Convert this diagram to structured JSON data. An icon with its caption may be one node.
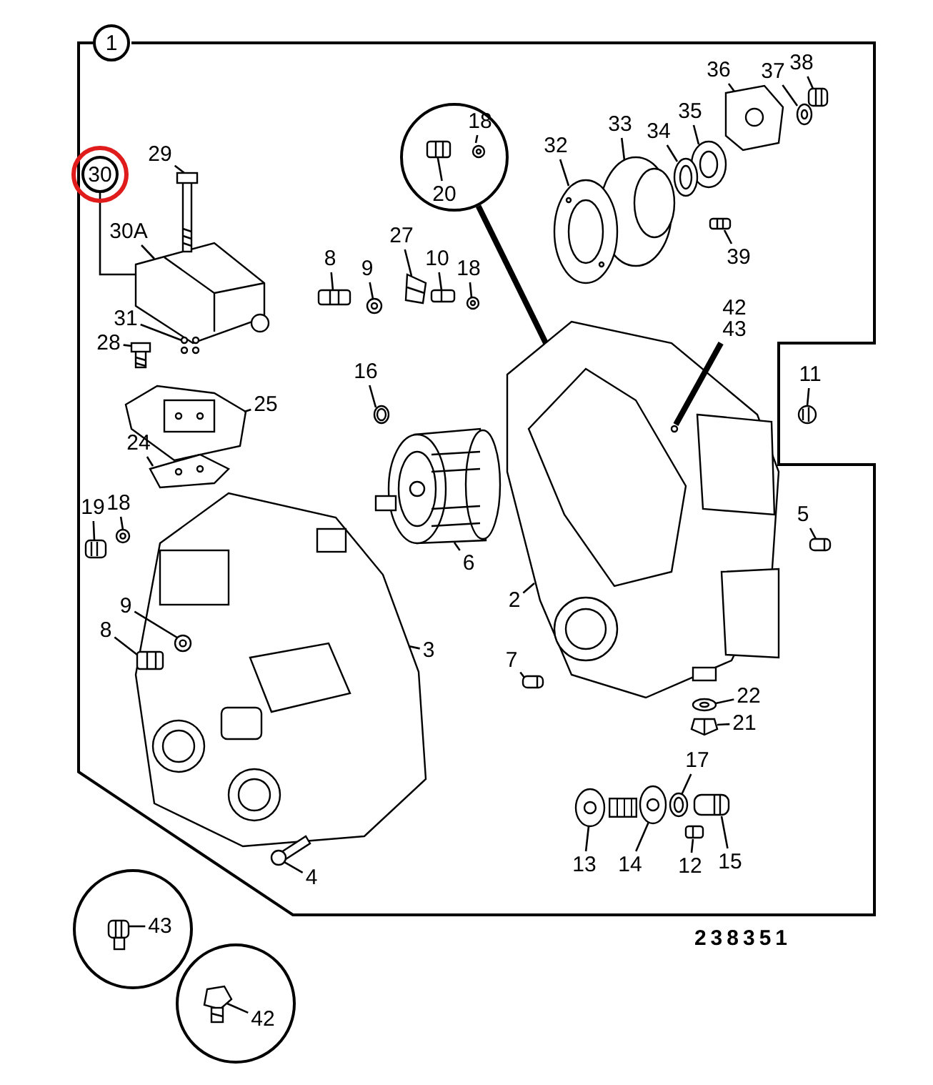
{
  "diagram": {
    "nodes": [
      {
        "text": [
          "1"
        ]
      },
      {
        "text": [
          "30"
        ]
      },
      {
        "text": [
          "30A"
        ]
      },
      {
        "text": [
          "29"
        ]
      },
      {
        "text": [
          "31"
        ]
      },
      {
        "text": [
          "28"
        ]
      },
      {
        "text": [
          "25"
        ]
      },
      {
        "text": [
          "24"
        ]
      },
      {
        "text": [
          "19"
        ]
      },
      {
        "text": [
          "18"
        ]
      },
      {
        "text": [
          "9"
        ]
      },
      {
        "text": [
          "8"
        ]
      },
      {
        "text": [],
        "shape": "circle"
      },
      {
        "text": [
          "20"
        ],
        "in": 12
      },
      {
        "text": [
          "18"
        ],
        "in": 12
      },
      {
        "text": [
          "8"
        ]
      },
      {
        "text": [
          "9"
        ]
      },
      {
        "text": [
          "27"
        ]
      },
      {
        "text": [
          "10"
        ]
      },
      {
        "text": [
          "18"
        ]
      },
      {
        "text": [
          "16"
        ]
      },
      {
        "text": [
          "32"
        ]
      },
      {
        "text": [
          "33"
        ]
      },
      {
        "text": [
          "34"
        ]
      },
      {
        "text": [
          "35"
        ]
      },
      {
        "text": [
          "36"
        ]
      },
      {
        "text": [
          "37"
        ]
      },
      {
        "text": [
          "38"
        ]
      },
      {
        "text": [
          "39"
        ]
      },
      {
        "text": [
          "42",
          "43"
        ]
      },
      {
        "text": [
          "11"
        ]
      },
      {
        "text": [
          "6"
        ]
      },
      {
        "text": [
          "2"
        ]
      },
      {
        "text": [
          "3"
        ]
      },
      {
        "text": [
          "5"
        ]
      },
      {
        "text": [
          "7"
        ]
      },
      {
        "text": [
          "22"
        ]
      },
      {
        "text": [
          "21"
        ]
      },
      {
        "text": [
          "17"
        ]
      },
      {
        "text": [
          "13"
        ]
      },
      {
        "text": [
          "14"
        ]
      },
      {
        "text": [
          "12"
        ]
      },
      {
        "text": [
          "15"
        ]
      },
      {
        "text": [
          "4"
        ]
      },
      {
        "text": [],
        "shape": "circle"
      },
      {
        "text": [
          "43"
        ],
        "in": 44
      },
      {
        "text": [],
        "shape": "circle"
      },
      {
        "text": [
          "42"
        ],
        "in": 46
      },
      {
        "text": [],
        "shape": "picture"
      },
      {
        "text": [],
        "shape": "picture"
      },
      {
        "text": [],
        "shape": "picture"
      },
      {
        "text": [],
        "shape": "picture"
      },
      {
        "text": [],
        "shape": "picture"
      },
      {
        "text": [],
        "shape": "picture"
      },
      {
        "text": [],
        "shape": "picture"
      },
      {
        "text": [],
        "shape": "picture"
      },
      {
        "text": [],
        "shape": "picture",
        "in": 77
      },
      {
        "text": [],
        "shape": "picture",
        "in": 77
      },
      {
        "text": [],
        "shape": "picture",
        "in": 12
      },
      {
        "text": [],
        "shape": "picture",
        "in": 12
      },
      {
        "text": [],
        "shape": "picture"
      },
      {
        "text": [],
        "shape": "picture"
      },
      {
        "text": [],
        "shape": "picture"
      },
      {
        "text": [],
        "shape": "picture"
      },
      {
        "text": [],
        "shape": "picture"
      },
      {
        "text": [],
        "shape": "picture"
      },
      {
        "text": [],
        "shape": "picture"
      },
      {
        "text": [],
        "shape": "picture"
      },
      {
        "text": [],
        "shape": "picture"
      },
      {
        "text": [],
        "shape": "picture"
      },
      {
        "text": [],
        "shape": "picture"
      },
      {
        "text": [],
        "shape": "picture"
      },
      {
        "text": [],
        "shape": "picture"
      },
      {
        "text": [],
        "shape": "picture"
      },
      {
        "text": [],
        "shape": "picture"
      },
      {
        "text": [],
        "shape": "picture"
      },
      {
        "text": [],
        "shape": "picture"
      },
      {
        "text": [],
        "shape": "picture"
      },
      {
        "text": [],
        "shape": "picture"
      },
      {
        "text": [],
        "shape": "picture"
      },
      {
        "text": [],
        "shape": "picture"
      },
      {
        "text": [],
        "shape": "picture"
      },
      {
        "text": [],
        "shape": "picture"
      },
      {
        "text": [],
        "shape": "picture"
      },
      {
        "text": [],
        "shape": "picture"
      },
      {
        "text": [],
        "shape": "picture"
      },
      {
        "text": [],
        "shape": "picture"
      },
      {
        "text": [],
        "shape": "picture"
      },
      {
        "text": [],
        "shape": "picture",
        "in": 44
      },
      {
        "text": [],
        "shape": "picture",
        "in": 46
      }
    ],
    "edges": [
      {
        "from": 1,
        "to": 48,
        "arrow": "none"
      },
      {
        "from": 2,
        "to": 48,
        "arrow": "none"
      },
      {
        "from": 3,
        "to": 49,
        "arrow": "none"
      },
      {
        "from": 4,
        "to": 50,
        "arrow": "none"
      },
      {
        "from": 5,
        "to": 51,
        "arrow": "none"
      },
      {
        "from": 6,
        "to": 52,
        "arrow": "none"
      },
      {
        "from": 7,
        "to": 53,
        "arrow": "none"
      },
      {
        "from": 8,
        "to": 54,
        "arrow": "none"
      },
      {
        "from": 9,
        "to": 55,
        "arrow": "none"
      },
      {
        "from": 10,
        "to": 56,
        "arrow": "none"
      },
      {
        "from": 11,
        "to": 57,
        "arrow": "none"
      },
      {
        "from": 12,
        "to": 74,
        "arrow": "none",
        "style": "thick"
      },
      {
        "from": 13,
        "to": 58,
        "arrow": "none"
      },
      {
        "from": 14,
        "to": 59,
        "arrow": "none"
      },
      {
        "from": 15,
        "to": 60,
        "arrow": "none"
      },
      {
        "from": 16,
        "to": 61,
        "arrow": "none"
      },
      {
        "from": 17,
        "to": 62,
        "arrow": "none"
      },
      {
        "from": 18,
        "to": 63,
        "arrow": "none"
      },
      {
        "from": 19,
        "to": 64,
        "arrow": "none"
      },
      {
        "from": 20,
        "to": 65,
        "arrow": "none"
      },
      {
        "from": 21,
        "to": 66,
        "arrow": "none"
      },
      {
        "from": 22,
        "to": 67,
        "arrow": "none"
      },
      {
        "from": 23,
        "to": 68,
        "arrow": "none"
      },
      {
        "from": 24,
        "to": 69,
        "arrow": "none"
      },
      {
        "from": 25,
        "to": 70,
        "arrow": "none"
      },
      {
        "from": 26,
        "to": 71,
        "arrow": "none"
      },
      {
        "from": 27,
        "to": 72,
        "arrow": "none"
      },
      {
        "from": 28,
        "to": 73,
        "arrow": "none"
      },
      {
        "from": 29,
        "to": 74,
        "arrow": "none",
        "style": "thick"
      },
      {
        "from": 30,
        "to": 75,
        "arrow": "none"
      },
      {
        "from": 31,
        "to": 76,
        "arrow": "none"
      },
      {
        "from": 32,
        "to": 74,
        "arrow": "none"
      },
      {
        "from": 33,
        "to": 77,
        "arrow": "none"
      },
      {
        "from": 34,
        "to": 78,
        "arrow": "none"
      },
      {
        "from": 35,
        "to": 79,
        "arrow": "none"
      },
      {
        "from": 36,
        "to": 80,
        "arrow": "none"
      },
      {
        "from": 37,
        "to": 81,
        "arrow": "none"
      },
      {
        "from": 38,
        "to": 82,
        "arrow": "none"
      },
      {
        "from": 39,
        "to": 83,
        "arrow": "none"
      },
      {
        "from": 40,
        "to": 84,
        "arrow": "none"
      },
      {
        "from": 41,
        "to": 85,
        "arrow": "none"
      },
      {
        "from": 42,
        "to": 86,
        "arrow": "none"
      },
      {
        "from": 43,
        "to": 87,
        "arrow": "none"
      },
      {
        "from": 45,
        "to": 88,
        "arrow": "none"
      },
      {
        "from": 47,
        "to": 89,
        "arrow": "none"
      }
    ],
    "labels": [
      "238351"
    ]
  }
}
